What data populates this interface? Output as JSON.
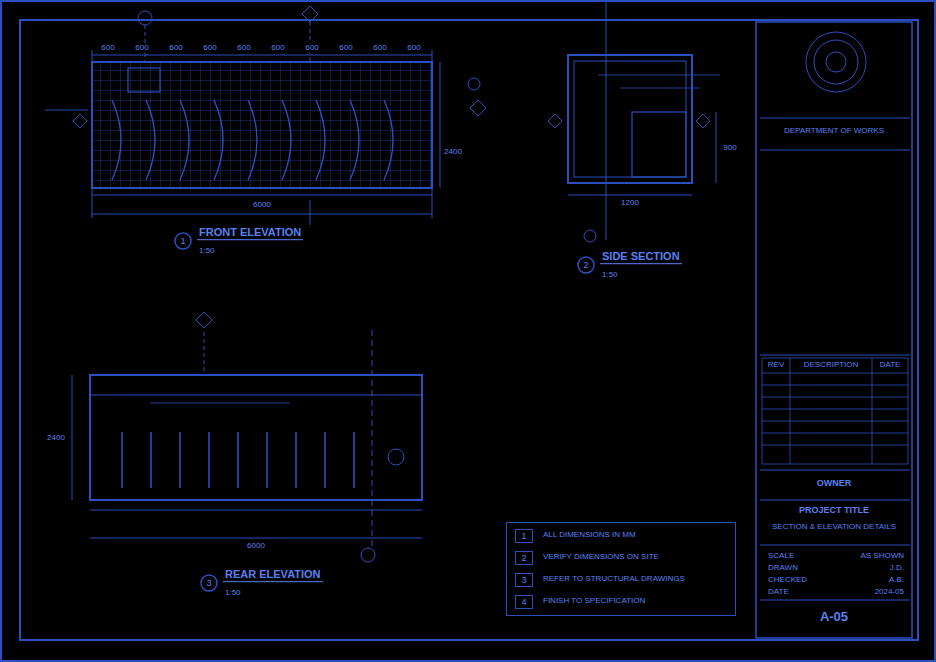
{
  "diagram": {
    "nodes": [
      {
        "text": [
          "1"
        ]
      },
      {
        "text": [
          "2"
        ]
      },
      {
        "text": [
          "3"
        ]
      },
      {
        "text": [
          "ALL DIMENSIONS IN MM",
          "VERIFY DIMENSIONS ON SITE",
          "REFER TO STRUCTURAL DRAWINGS",
          "FINISH TO SPECIFICATION"
        ]
      },
      {
        "text": [
          "1"
        ],
        "in": 3
      },
      {
        "text": [
          "2"
        ],
        "in": 3
      },
      {
        "text": [
          "3"
        ],
        "in": 3
      },
      {
        "text": [
          "4"
        ],
        "in": 3
      },
      {
        "text": [
          "DEPARTMENT OF WORKS",
          "OWNER",
          "PROJECT TITLE",
          "SECTION & ELEVATION DETAILS",
          "A-05"
        ]
      }
    ],
    "labels": [
      "600",
      "600",
      "600",
      "600",
      "600",
      "600",
      "600",
      "600",
      "600",
      "600",
      "6000",
      "2400",
      "1200",
      "900",
      "6000",
      "2400",
      "FRONT ELEVATION",
      "1:50",
      "SIDE SECTION",
      "1:50",
      "REAR ELEVATION",
      "1:50",
      "REV",
      "DESCRIPTION",
      "DATE",
      "SCALE",
      "AS SHOWN",
      "DRAWN",
      "J.D.",
      "CHECKED",
      "A.B.",
      "DATE",
      "2024-05"
    ]
  }
}
